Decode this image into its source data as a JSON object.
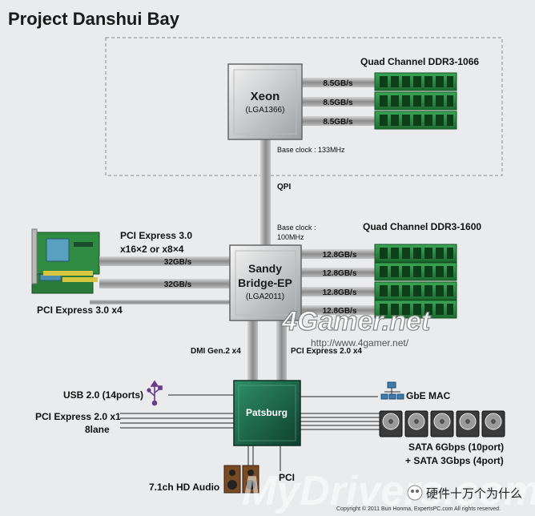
{
  "title": "Project Danshui Bay",
  "cpu1": {
    "name": "Xeon",
    "socket": "(LGA1366)"
  },
  "cpu2": {
    "name_line1": "Sandy",
    "name_line2": "Bridge-EP",
    "socket": "(LGA2011)"
  },
  "pch": {
    "name": "Patsburg"
  },
  "ddr3_1066": {
    "label": "Quad Channel DDR3-1066",
    "bandwidth": [
      "8.5GB/s",
      "8.5GB/s",
      "8.5GB/s"
    ]
  },
  "ddr3_1600": {
    "label": "Quad Channel DDR3-1600",
    "bandwidth": [
      "12.8GB/s",
      "12.8GB/s",
      "12.8GB/s",
      "12.8GB/s"
    ]
  },
  "base_clock_1": "Base clock : 133MHz",
  "qpi": "QPI",
  "base_clock_2_line1": "Base clock :",
  "base_clock_2_line2": "100MHz",
  "pcie3": {
    "line1": "PCI Express 3.0",
    "line2": "x16×2 or x8×4",
    "bw1": "32GB/s",
    "bw2": "32GB/s",
    "x4": "PCI Express 3.0 x4"
  },
  "dmi": "DMI Gen.2 x4",
  "pcie2_x4": "PCI Express 2.0 x4",
  "usb": "USB 2.0 (14ports)",
  "pcie2_x1_line1": "PCI Express 2.0 x1",
  "pcie2_x1_line2": "8lane",
  "gbe": "GbE MAC",
  "sata_line1": "SATA 6Gbps (10port)",
  "sata_line2": "+ SATA 3Gbps (4port)",
  "audio": "7.1ch HD Audio",
  "pci": "PCI",
  "watermark_4gamer": "4Gamer.net",
  "watermark_url": "http://www.4gamer.net/",
  "watermark_mydrivers": "MyDrivers.com",
  "wechat": "硬件十万个为什么",
  "copyright": "Copyright © 2011 Bun Honma, ExpertsPC.com  All rights reserved.",
  "colors": {
    "background": "#e9ebec",
    "dimm_green": "#2b8a3e",
    "bus_gray": "#9a9a9a",
    "pch_green": "#1f6f52"
  },
  "icons": [
    "usb-icon",
    "network-icon",
    "hdd-icon",
    "speaker-icon",
    "wechat-icon"
  ]
}
